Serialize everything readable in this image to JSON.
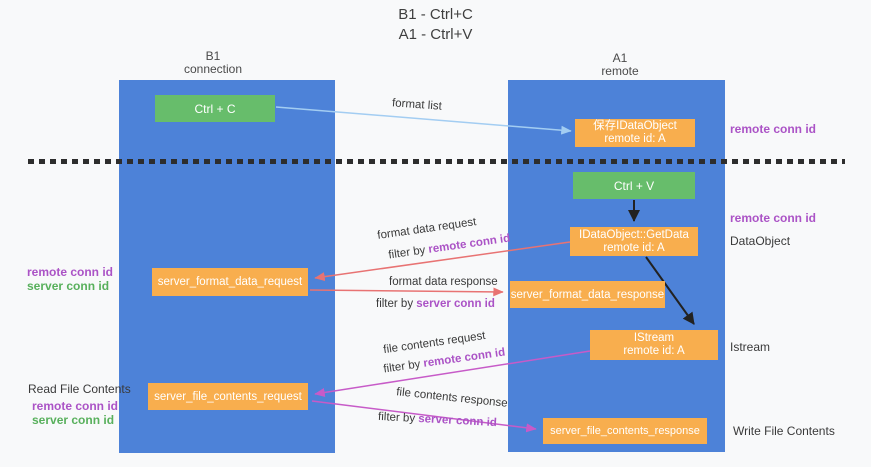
{
  "title": {
    "line1": "B1 - Ctrl+C",
    "line2": "A1 - Ctrl+V"
  },
  "lifelines": {
    "left": {
      "name": "B1",
      "role": "connection"
    },
    "right": {
      "name": "A1",
      "role": "remote"
    }
  },
  "nodes": {
    "ctrl_c": {
      "label": "Ctrl + C"
    },
    "ctrl_v": {
      "label": "Ctrl + V"
    },
    "save_dataobject": {
      "line1": "保存IDataObject",
      "line2": "remote id: A"
    },
    "getdata": {
      "line1": "IDataObject::GetData",
      "line2": "remote id: A"
    },
    "istream": {
      "line1": "IStream",
      "line2": "remote id: A"
    },
    "format_request": {
      "label": "server_format_data_request"
    },
    "format_response": {
      "label": "server_format_data_response"
    },
    "file_request": {
      "label": "server_file_contents_request"
    },
    "file_response": {
      "label": "server_file_contents_response"
    }
  },
  "side_labels": {
    "remote_conn_id": "remote conn id",
    "server_conn_id": "server conn id",
    "dataobject": "DataObject",
    "istream": "Istream",
    "read_file_contents": "Read File Contents",
    "write_file_contents": "Write File Contents"
  },
  "arrow_labels": {
    "format_list": "format list",
    "format_data_request": "format data request",
    "format_data_response": "format data response",
    "file_contents_request": "file contents request",
    "file_contents_response": "file contents response",
    "filter_by": "filter by",
    "remote_conn_id": "remote conn id",
    "server_conn_id": "server conn id"
  },
  "colors": {
    "column_blue": "#4d82d8",
    "box_green": "#67bd6b",
    "box_orange": "#f8ae4e",
    "remote_conn_purple": "#ab53c6",
    "server_conn_green": "#58b05c",
    "arrow_blue": "#a3cdf2",
    "arrow_salmon": "#e87373",
    "arrow_magenta": "#c75bc8",
    "arrow_black": "#222222"
  }
}
